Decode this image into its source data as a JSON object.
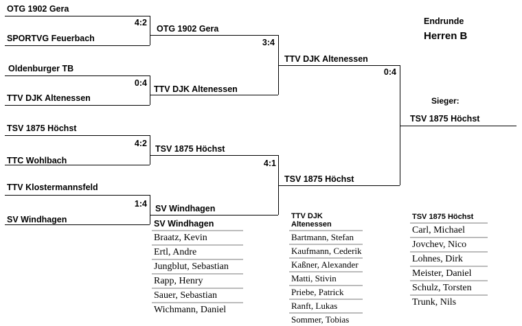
{
  "title": "Endrunde",
  "subtitle": "Herren B",
  "round1": [
    {
      "a": "OTG 1902 Gera",
      "b": "SPORTVG Feuerbach",
      "score": "4:2"
    },
    {
      "a": "Oldenburger TB",
      "b": "TTV DJK Altenessen",
      "score": "0:4"
    },
    {
      "a": "TSV 1875 Höchst",
      "b": "TTC Wohlbach",
      "score": "4:2"
    },
    {
      "a": "TTV Klostermannsfeld",
      "b": "SV Windhagen",
      "score": "1:4"
    }
  ],
  "round2": [
    {
      "a": "OTG 1902 Gera",
      "b": "TTV DJK Altenessen",
      "score": "3:4"
    },
    {
      "a": "TSV 1875 Höchst",
      "b": "SV Windhagen",
      "score": "4:1"
    }
  ],
  "round3": {
    "a": "TTV DJK Altenessen",
    "b": "TSV 1875 Höchst",
    "score": "0:4"
  },
  "winner_label": "Sieger:",
  "winner": "TSV 1875 Höchst",
  "rosters": [
    {
      "team": "SV Windhagen",
      "players": [
        "Braatz, Kevin",
        "Ertl, Andre",
        "Jungblut, Sebastian",
        "Rapp, Henry",
        "Sauer, Sebastian",
        "Wichmann, Daniel"
      ]
    },
    {
      "team": "TTV DJK Altenessen",
      "players": [
        "Bartmann, Stefan",
        "Kaufmann, Cederik",
        "Kaßner, Alexander",
        "Matti, Stivin",
        "Priebe, Patrick",
        "Ranft, Lukas",
        "Sommer, Tobias"
      ]
    },
    {
      "team": "TSV 1875 Höchst",
      "players": [
        "Carl, Michael",
        "Jovchev, Nico",
        "Lohnes, Dirk",
        "Meister, Daniel",
        "Schulz, Torsten",
        "Trunk, Nils"
      ]
    }
  ]
}
